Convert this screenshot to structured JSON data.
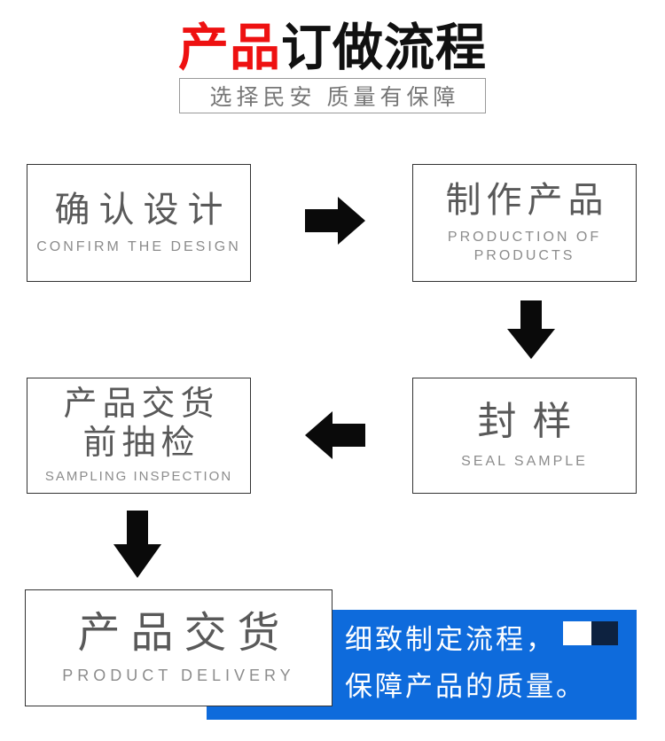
{
  "header": {
    "title_red": "产品",
    "title_black": "订做流程",
    "subtitle": "选择民安 质量有保障"
  },
  "steps": [
    {
      "zh": "确认设计",
      "en": "CONFIRM THE DESIGN"
    },
    {
      "zh": "制作产品",
      "en": "PRODUCTION OF PRODUCTS"
    },
    {
      "zh": "封样",
      "en": "SEAL SAMPLE"
    },
    {
      "zh": "产品交货",
      "zh2": "前抽检",
      "en": "SAMPLING INSPECTION"
    },
    {
      "zh": "产品交货",
      "en": "PRODUCT DELIVERY"
    }
  ],
  "callout": {
    "line1": "细致制定流程，",
    "line2": "保障产品的质量。"
  },
  "icons": {
    "arrow_right": "solid black right block arrow",
    "arrow_down_1": "solid black down block arrow",
    "arrow_left": "solid black left block arrow",
    "arrow_down_2": "solid black down block arrow",
    "square_white": "white decorative square",
    "square_navy": "dark navy decorative square"
  },
  "colors": {
    "accent_red": "#ee1111",
    "title_black": "#111111",
    "box_border": "#333333",
    "zh_text": "#595959",
    "en_text": "#8c8c8c",
    "subtitle_text": "#777777",
    "subtitle_border": "#999999",
    "arrow_black": "#0a0a0a",
    "callout_blue": "#0e6bdc",
    "square_navy": "#0d2240"
  }
}
